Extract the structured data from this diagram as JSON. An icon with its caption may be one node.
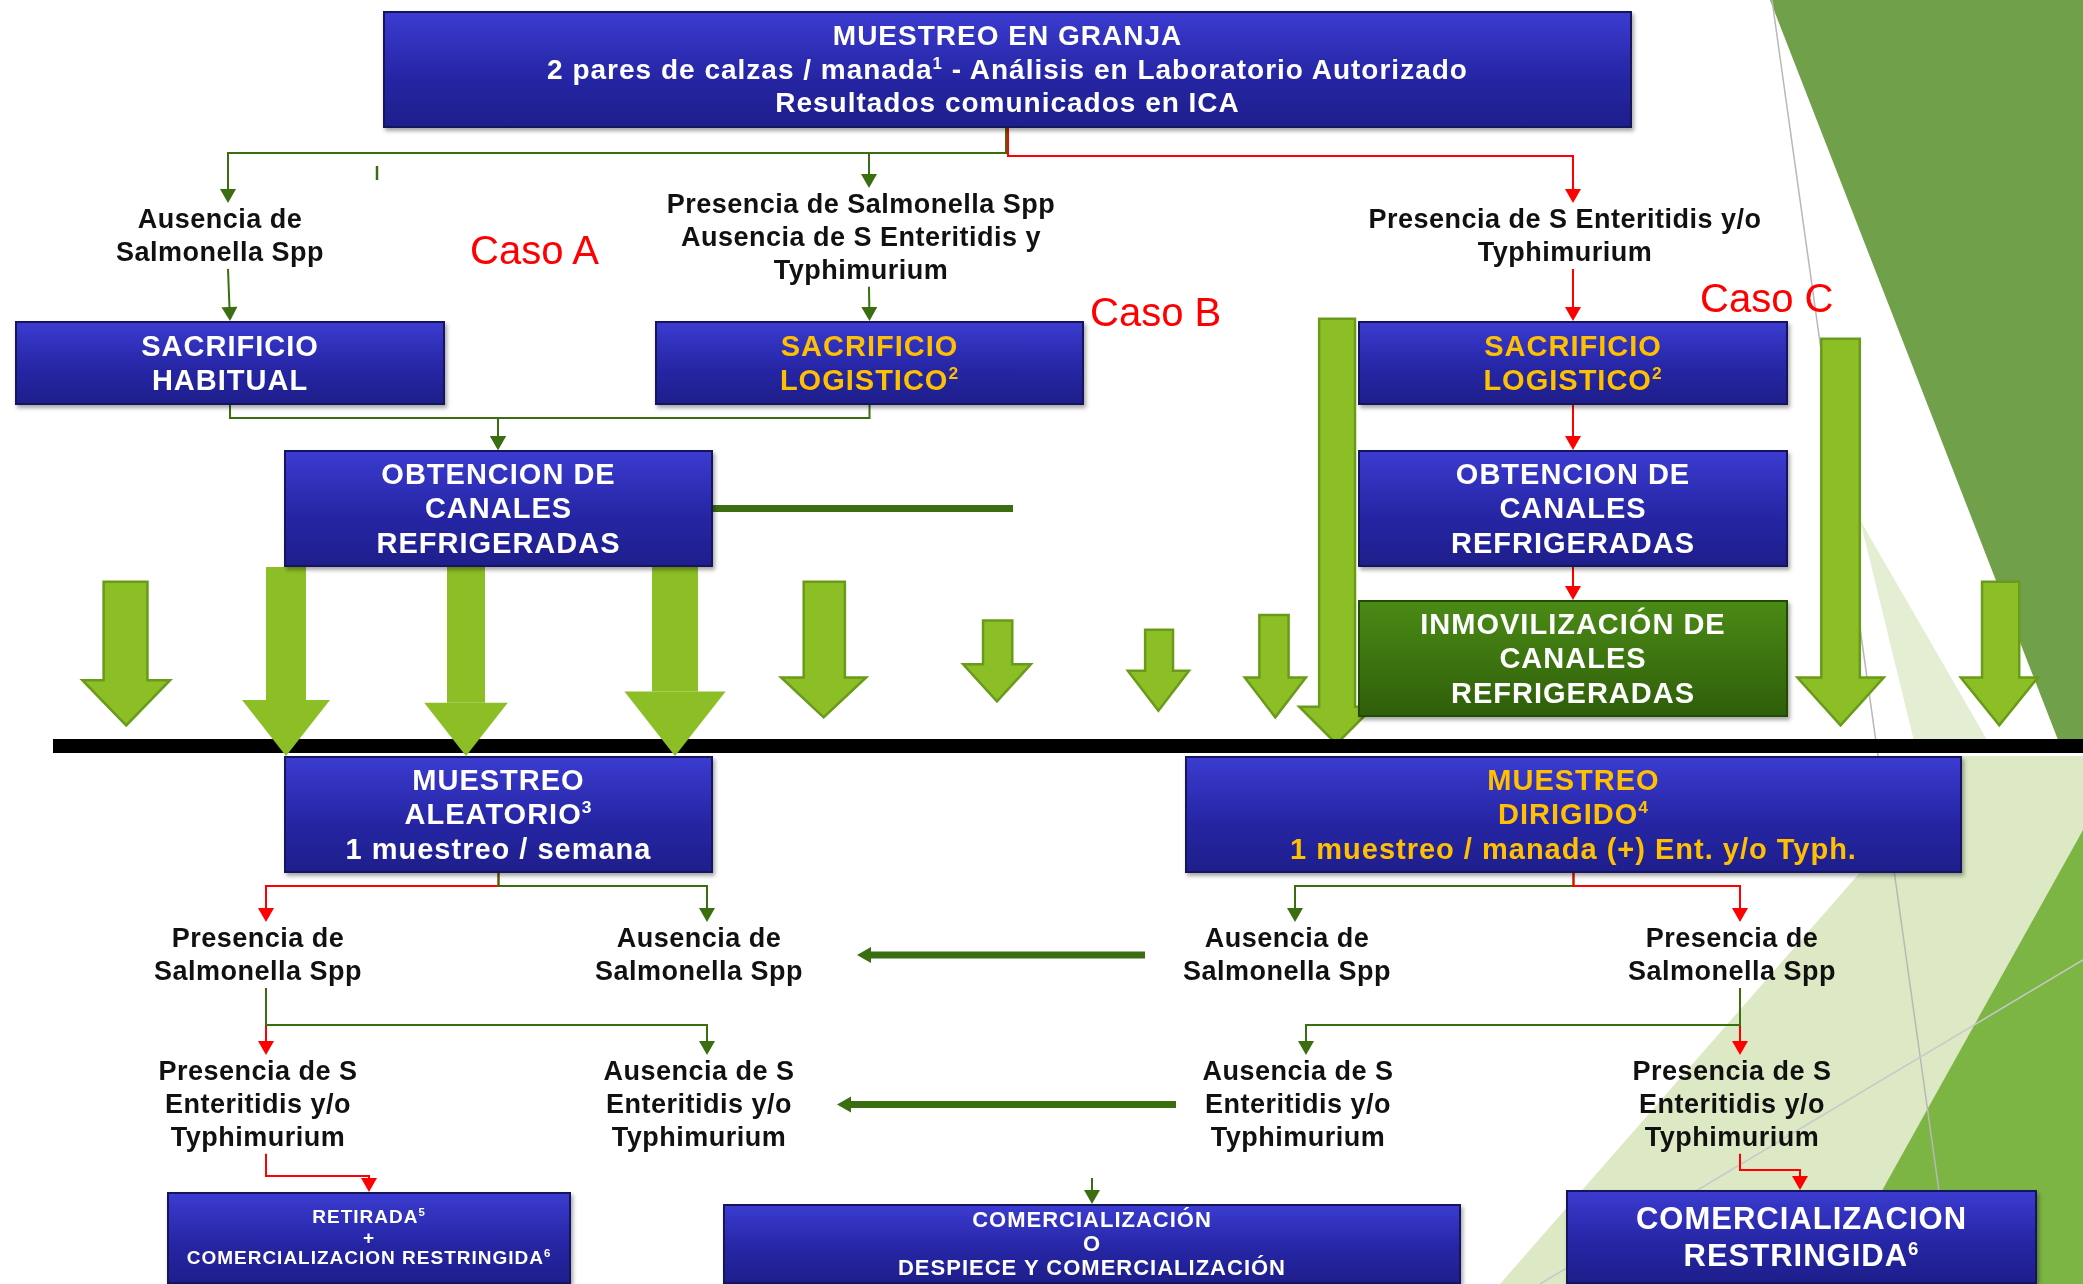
{
  "diagram": {
    "nodes": [
      {
        "text": [
          "MUESTREO EN GRANJA",
          "2 pares de calzas / manada$^{1}$ - Análisis en Laboratorio Autorizado",
          "Resultados comunicados en ICA"
        ]
      },
      {
        "text": [
          "Ausencia de Salmonella Spp"
        ]
      },
      {
        "text": [
          "Presencia de Salmonella Spp",
          "Ausencia de S Enteritidis y Typhimurium"
        ]
      },
      {
        "text": [
          "Presencia de S Enteritidis y/o Typhimurium"
        ]
      },
      {
        "text": [
          "SACRIFICIO HABITUAL"
        ]
      },
      {
        "text": [
          "SACRIFICIO LOGISTICO$^{2}$"
        ]
      },
      {
        "text": [
          "SACRIFICIO LOGISTICO$^{2}$"
        ]
      },
      {
        "text": [
          "OBTENCION DE CANALES REFRIGERADAS"
        ]
      },
      {
        "text": [
          "OBTENCION DE CANALES REFRIGERADAS"
        ]
      },
      {
        "text": [
          "INMOVILIZACIÓN DE CANALES REFRIGERADAS"
        ]
      },
      {
        "text": [
          "MUESTREO",
          "ALEATORIO$^{3}$",
          "1 muestreo / semana"
        ]
      },
      {
        "text": [
          "MUESTREO",
          "DIRIGIDO$^{4}$",
          "1 muestreo / manada (+) Ent. y/o Typh."
        ]
      },
      {
        "text": [
          "Presencia de Salmonella Spp"
        ]
      },
      {
        "text": [
          "Ausencia de Salmonella Spp"
        ]
      },
      {
        "text": [
          "Ausencia de Salmonella Spp"
        ]
      },
      {
        "text": [
          "Presencia de Salmonella Spp"
        ]
      },
      {
        "text": [
          "Presencia de S Enteritidis y/o Typhimurium"
        ]
      },
      {
        "text": [
          "Ausencia de S Enteritidis y/o Typhimurium"
        ]
      },
      {
        "text": [
          "Ausencia de S Enteritidis y/o Typhimurium"
        ]
      },
      {
        "text": [
          "Presencia de S Enteritidis y/o Typhimurium"
        ]
      },
      {
        "text": [
          "RETIRADA$^{5}$",
          "+",
          "COMERCIALIZACION RESTRINGIDA$^{6}$"
        ]
      },
      {
        "text": [
          "COMERCIALIZACIÓN",
          "O",
          "DESPIECE Y COMERCIALIZACIÓN"
        ]
      },
      {
        "text": [
          "COMERCIALIZACION RESTRINGIDA$^{6}$"
        ]
      }
    ],
    "edges": [
      {
        "from": 0,
        "to": 1,
        "arrow": "to"
      },
      {
        "from": 0,
        "to": 2,
        "arrow": "to"
      },
      {
        "from": 0,
        "to": 3,
        "arrow": "to",
        "color": "#ff0000"
      },
      {
        "from": 1,
        "to": 4,
        "arrow": "to"
      },
      {
        "from": 2,
        "to": 5,
        "arrow": "to"
      },
      {
        "from": 3,
        "to": 6,
        "arrow": "to",
        "color": "#ff0000"
      },
      {
        "from": 4,
        "to": 7,
        "arrow": "to"
      },
      {
        "from": 5,
        "to": 7,
        "arrow": "to"
      },
      {
        "from": 6,
        "to": 8,
        "arrow": "to",
        "color": "#ff0000"
      },
      {
        "from": 8,
        "to": 9,
        "arrow": "to",
        "color": "#ff0000"
      },
      {
        "from": 7,
        "to": null,
        "arrow": "none",
        "style": "thick"
      },
      {
        "from": 10,
        "to": 12,
        "arrow": "to",
        "color": "#ff0000"
      },
      {
        "from": 10,
        "to": 13,
        "arrow": "to"
      },
      {
        "from": 11,
        "to": 14,
        "arrow": "to"
      },
      {
        "from": 11,
        "to": 15,
        "arrow": "to",
        "color": "#ff0000"
      },
      {
        "from": 12,
        "to": 16,
        "arrow": "to",
        "color": "#ff0000"
      },
      {
        "from": 12,
        "to": 17,
        "arrow": "to"
      },
      {
        "from": 15,
        "to": 19,
        "arrow": "to",
        "color": "#ff0000"
      },
      {
        "from": 15,
        "to": 18,
        "arrow": "to"
      },
      {
        "from": 14,
        "to": 13,
        "arrow": "to",
        "style": "thick"
      },
      {
        "from": 18,
        "to": 17,
        "arrow": "to",
        "style": "thick"
      },
      {
        "from": 16,
        "to": 20,
        "arrow": "to",
        "color": "#ff0000"
      },
      {
        "from": null,
        "to": 21,
        "arrow": "to"
      },
      {
        "from": 19,
        "to": 22,
        "arrow": "to",
        "color": "#ff0000"
      },
      {
        "from": 7,
        "to": 10,
        "arrow": "to",
        "style": "thick",
        "color": "#8cbf26"
      },
      {
        "from": 7,
        "to": 10,
        "arrow": "to",
        "style": "thick",
        "color": "#8cbf26"
      },
      {
        "from": 7,
        "to": 10,
        "arrow": "to",
        "style": "thick",
        "color": "#8cbf26"
      }
    ],
    "labels": [
      "Caso A",
      "Caso B",
      "Caso C"
    ]
  }
}
